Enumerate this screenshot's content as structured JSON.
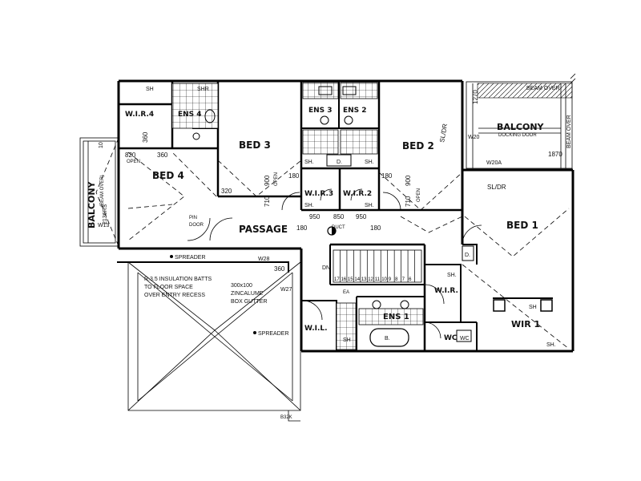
{
  "rooms": {
    "bed1": "BED 1",
    "bed2": "BED 2",
    "bed3": "BED 3",
    "bed4": "BED 4",
    "passage": "PASSAGE",
    "balcony": "BALCONY",
    "balcony_left": "BALCONY",
    "wir1": "WIR 1",
    "wir_r": "W.I.R.",
    "wir2": "W.I.R.2",
    "wir3": "W.I.R.3",
    "wir4": "W.I.R.4",
    "wil": "W.I.L.",
    "ens1": "ENS 1",
    "ens2": "ENS 2",
    "ens3": "ENS 3",
    "ens4": "ENS 4",
    "wc": "WC"
  },
  "labels": {
    "beam_over": "BEAM OVER",
    "beam_over_side": "BEAM OVER",
    "docking_door": "DOCKING DOOR",
    "sl_dr_1": "SL/DR",
    "sl_dr_2": "SL/DR",
    "open_1": "OPEN",
    "open_2": "OPEN",
    "open_3": "OPEN",
    "pin_door": "PIN",
    "pin_door2": "DOOR",
    "dn": "DN",
    "duct": "DUCT",
    "spreader_1": "SPREADER",
    "spreader_2": "SPREADER",
    "insulation_1": "R.3.5 INSULATION BATTS",
    "insulation_2": "TO FLOOR SPACE",
    "insulation_3": "OVER ENTRY RECESS",
    "gutter_1": "300x100",
    "gutter_2": "ZINCALUME",
    "gutter_3": "BOX GUTTER",
    "sh_1": "SH",
    "sh_2": "SH.",
    "sh_3": "SH.",
    "sh_4": "SH",
    "sh_5": "SH.",
    "sh_6": "SH.",
    "sh_7": "SH.",
    "sh_8": "SH",
    "sh_9": "SH.",
    "shr": "SHR",
    "d1": "D.",
    "d2": "D.",
    "ea": "EA",
    "b": "B.",
    "wc_bottom": "WC",
    "b32k": "B32K",
    "w13": "W13",
    "w20": "W20",
    "w20a": "W20A",
    "w27": "W27",
    "w28": "W28",
    "rs": "2136RS",
    "bal_sub": "(BEAM OVER)"
  },
  "dimensions": {
    "d820": "820",
    "d360a": "360",
    "d360b": "360",
    "d360c": "360",
    "d320": "320",
    "d710a": "710",
    "d900a": "900",
    "d710b": "710",
    "d900b": "900",
    "d180a": "180",
    "d180b": "180",
    "d180c": "180",
    "d180d": "180",
    "d950a": "950",
    "d850": "850",
    "d950b": "950",
    "d1870": "1870",
    "d1270": "1270",
    "d10": "10"
  },
  "stair_steps": [
    "17",
    "16",
    "15",
    "14",
    "13",
    "12",
    "11",
    "10",
    "9",
    "8",
    "7",
    "6"
  ]
}
